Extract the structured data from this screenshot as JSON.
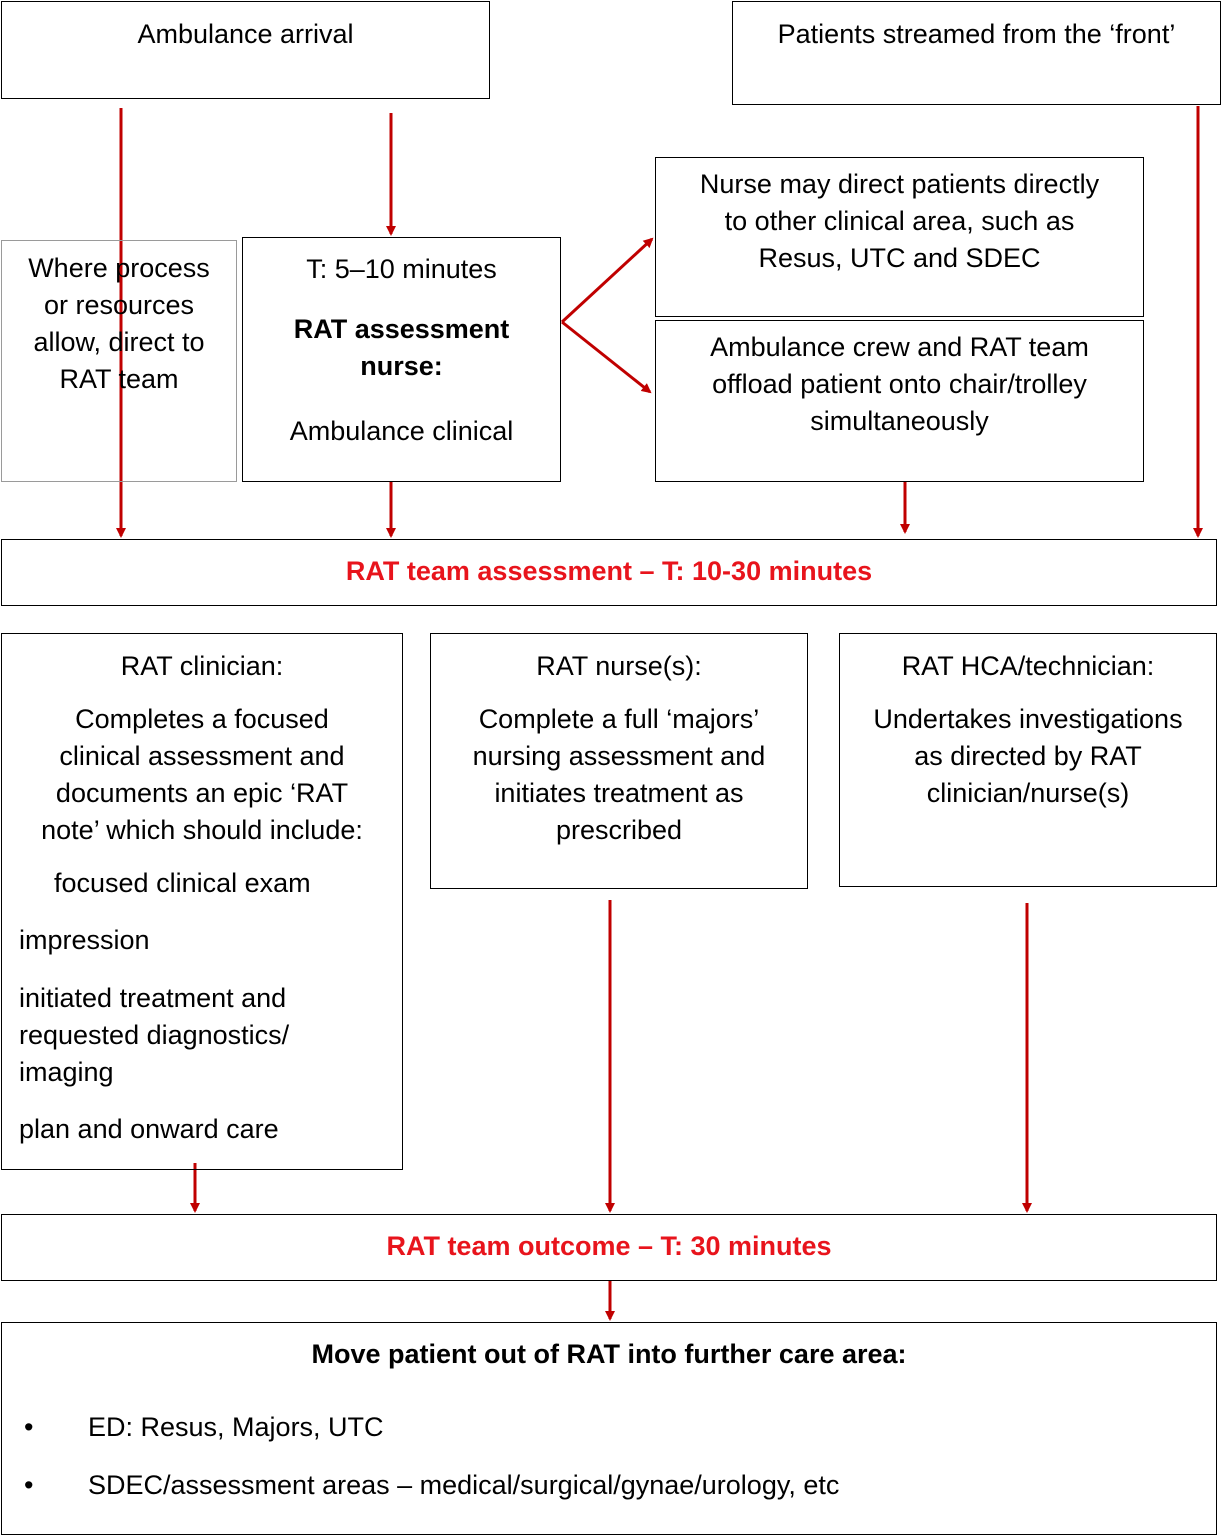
{
  "boxes": {
    "ambulance_arrival": "Ambulance arrival",
    "patients_streamed": "Patients streamed from the ‘front’",
    "direct_rat": "Where process\nor resources\nallow, direct to\nRAT team",
    "rat_assessment_nurse": {
      "time": "T: 5–10 minutes",
      "title": "RAT assessment\nnurse:",
      "subtitle": "Ambulance clinical"
    },
    "nurse_direct": "Nurse may direct patients directly\nto other clinical area, such as\nResus, UTC and SDEC",
    "offload": "Ambulance crew and RAT team\noffload patient onto chair/trolley\nsimultaneously",
    "rat_team_assessment": "RAT team assessment – T: 10-30 minutes",
    "rat_clinician": {
      "heading": "RAT clinician:",
      "body": "Completes a focused\nclinical assessment and\ndocuments an epic ‘RAT\nnote’ which should include:",
      "items": [
        "focused clinical exam",
        "impression",
        "initiated treatment and\nrequested diagnostics/\nimaging",
        "plan and onward care"
      ]
    },
    "rat_nurses": {
      "heading": "RAT nurse(s):",
      "body": "Complete a full ‘majors’\nnursing assessment and\ninitiates treatment as\nprescribed"
    },
    "rat_hca": {
      "heading": "RAT HCA/technician:",
      "body": "Undertakes investigations\nas directed by RAT\nclinician/nurse(s)"
    },
    "rat_team_outcome": "RAT team outcome – T: 30 minutes",
    "move_patient": {
      "title": "Move patient out of RAT into further care area:",
      "bullets": [
        "ED: Resus, Majors, UTC",
        "SDEC/assessment areas – medical/surgical/gynae/urology, etc"
      ],
      "bullet_glyph": "•"
    }
  },
  "colors": {
    "arrow": "#c00000",
    "heading_red": "#e8141c",
    "grey_border": "#9a9a9a"
  }
}
